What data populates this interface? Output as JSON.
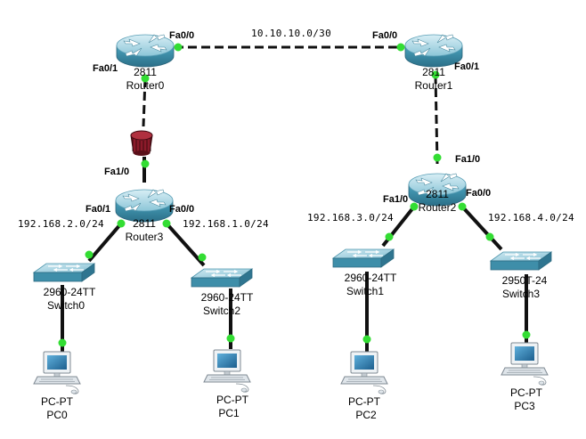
{
  "title": "",
  "colors": {
    "link": "#111111",
    "port_up": "#33dd33",
    "router_top": "#bfe0ea",
    "router_side": "#3e95b0",
    "switch_top": "#a8d4e2",
    "switch_side": "#3a8ca8",
    "pc_body": "#e9eef2",
    "pc_screen": "#2f7fb0",
    "firewall": "#8b1a2a",
    "background": "#ffffff"
  },
  "devices": [
    {
      "id": "router0",
      "type": "router",
      "icon": "router-icon",
      "model": "2811",
      "name": "Router0"
    },
    {
      "id": "router1",
      "type": "router",
      "icon": "router-icon",
      "model": "2811",
      "name": "Router1"
    },
    {
      "id": "router2",
      "type": "router",
      "icon": "router-icon",
      "model": "2811",
      "name": "Router2"
    },
    {
      "id": "router3",
      "type": "router",
      "icon": "router-icon",
      "model": "2811",
      "name": "Router3"
    },
    {
      "id": "switch0",
      "type": "switch",
      "icon": "switch-icon",
      "model": "2960-24TT",
      "name": "Switch0"
    },
    {
      "id": "switch1",
      "type": "switch",
      "icon": "switch-icon",
      "model": "2960-24TT",
      "name": "Switch1"
    },
    {
      "id": "switch2",
      "type": "switch",
      "icon": "switch-icon",
      "model": "2960-24TT",
      "name": "Switch2"
    },
    {
      "id": "switch3",
      "type": "switch",
      "icon": "switch-icon",
      "model": "2950T-24",
      "name": "Switch3"
    },
    {
      "id": "pc0",
      "type": "pc",
      "icon": "pc-icon",
      "model": "PC-PT",
      "name": "PC0"
    },
    {
      "id": "pc1",
      "type": "pc",
      "icon": "pc-icon",
      "model": "PC-PT",
      "name": "PC1"
    },
    {
      "id": "pc2",
      "type": "pc",
      "icon": "pc-icon",
      "model": "PC-PT",
      "name": "PC2"
    },
    {
      "id": "pc3",
      "type": "pc",
      "icon": "pc-icon",
      "model": "PC-PT",
      "name": "PC3"
    },
    {
      "id": "firewall0",
      "type": "firewall",
      "icon": "firewall-icon",
      "model": "",
      "name": ""
    }
  ],
  "ports": {
    "r0_fa00": "Fa0/0",
    "r0_fa01": "Fa0/1",
    "r1_fa00": "Fa0/0",
    "r1_fa01": "Fa0/1",
    "r2_fa10": "Fa1/0",
    "r2_fa10b": "Fa1/0",
    "r2_fa00": "Fa0/0",
    "r3_fa10": "Fa1/0",
    "r3_fa01": "Fa0/1",
    "r3_fa00": "Fa0/0"
  },
  "networks": {
    "wan": "10.10.10.0/30",
    "lan_r3_left": "192.168.2.0/24",
    "lan_r3_right": "192.168.1.0/24",
    "lan_r2_left": "192.168.3.0/24",
    "lan_r2_right": "192.168.4.0/24"
  },
  "links": [
    {
      "from": "router0",
      "to": "router1",
      "style": "dashed"
    },
    {
      "from": "router0",
      "to": "firewall0",
      "style": "dashed"
    },
    {
      "from": "firewall0",
      "to": "router3",
      "style": "solid"
    },
    {
      "from": "router1",
      "to": "router2",
      "style": "dashed"
    },
    {
      "from": "router3",
      "to": "switch0",
      "style": "solid"
    },
    {
      "from": "router3",
      "to": "switch2",
      "style": "solid"
    },
    {
      "from": "router2",
      "to": "switch1",
      "style": "solid"
    },
    {
      "from": "router2",
      "to": "switch3",
      "style": "solid"
    },
    {
      "from": "switch0",
      "to": "pc0",
      "style": "solid"
    },
    {
      "from": "switch2",
      "to": "pc1",
      "style": "solid"
    },
    {
      "from": "switch1",
      "to": "pc2",
      "style": "solid"
    },
    {
      "from": "switch3",
      "to": "pc3",
      "style": "solid"
    }
  ]
}
